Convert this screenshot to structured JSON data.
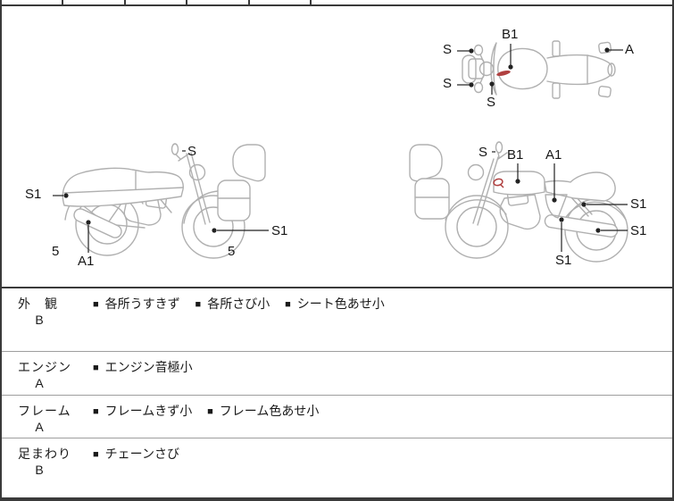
{
  "colors": {
    "border": "#3a3a3a",
    "row_separator": "#9e9e9e",
    "sketch_line": "#b0b0b0",
    "leader_line": "#222222",
    "damage_mark_red": "#b04040",
    "text": "#1a1a1a"
  },
  "diagram": {
    "top": {
      "labels": [
        "S",
        "S",
        "S",
        "B1",
        "A"
      ]
    },
    "left": {
      "labels": [
        "S1",
        "S",
        "S1",
        "5",
        "A1",
        "5"
      ]
    },
    "right": {
      "labels": [
        "S",
        "B1",
        "A1",
        "S1",
        "S1",
        "S1"
      ]
    }
  },
  "inspection": {
    "bullet": "■",
    "rows": [
      {
        "label": "外　観",
        "grade": "B",
        "items": [
          "各所うすきず",
          "各所さび小",
          "シート色あせ小"
        ]
      },
      {
        "label": "エンジン",
        "grade": "A",
        "items": [
          "エンジン音極小"
        ]
      },
      {
        "label": "フレーム",
        "grade": "A",
        "items": [
          "フレームきず小",
          "フレーム色あせ小"
        ]
      },
      {
        "label": "足まわり",
        "grade": "B",
        "items": [
          "チェーンさび"
        ]
      }
    ]
  }
}
